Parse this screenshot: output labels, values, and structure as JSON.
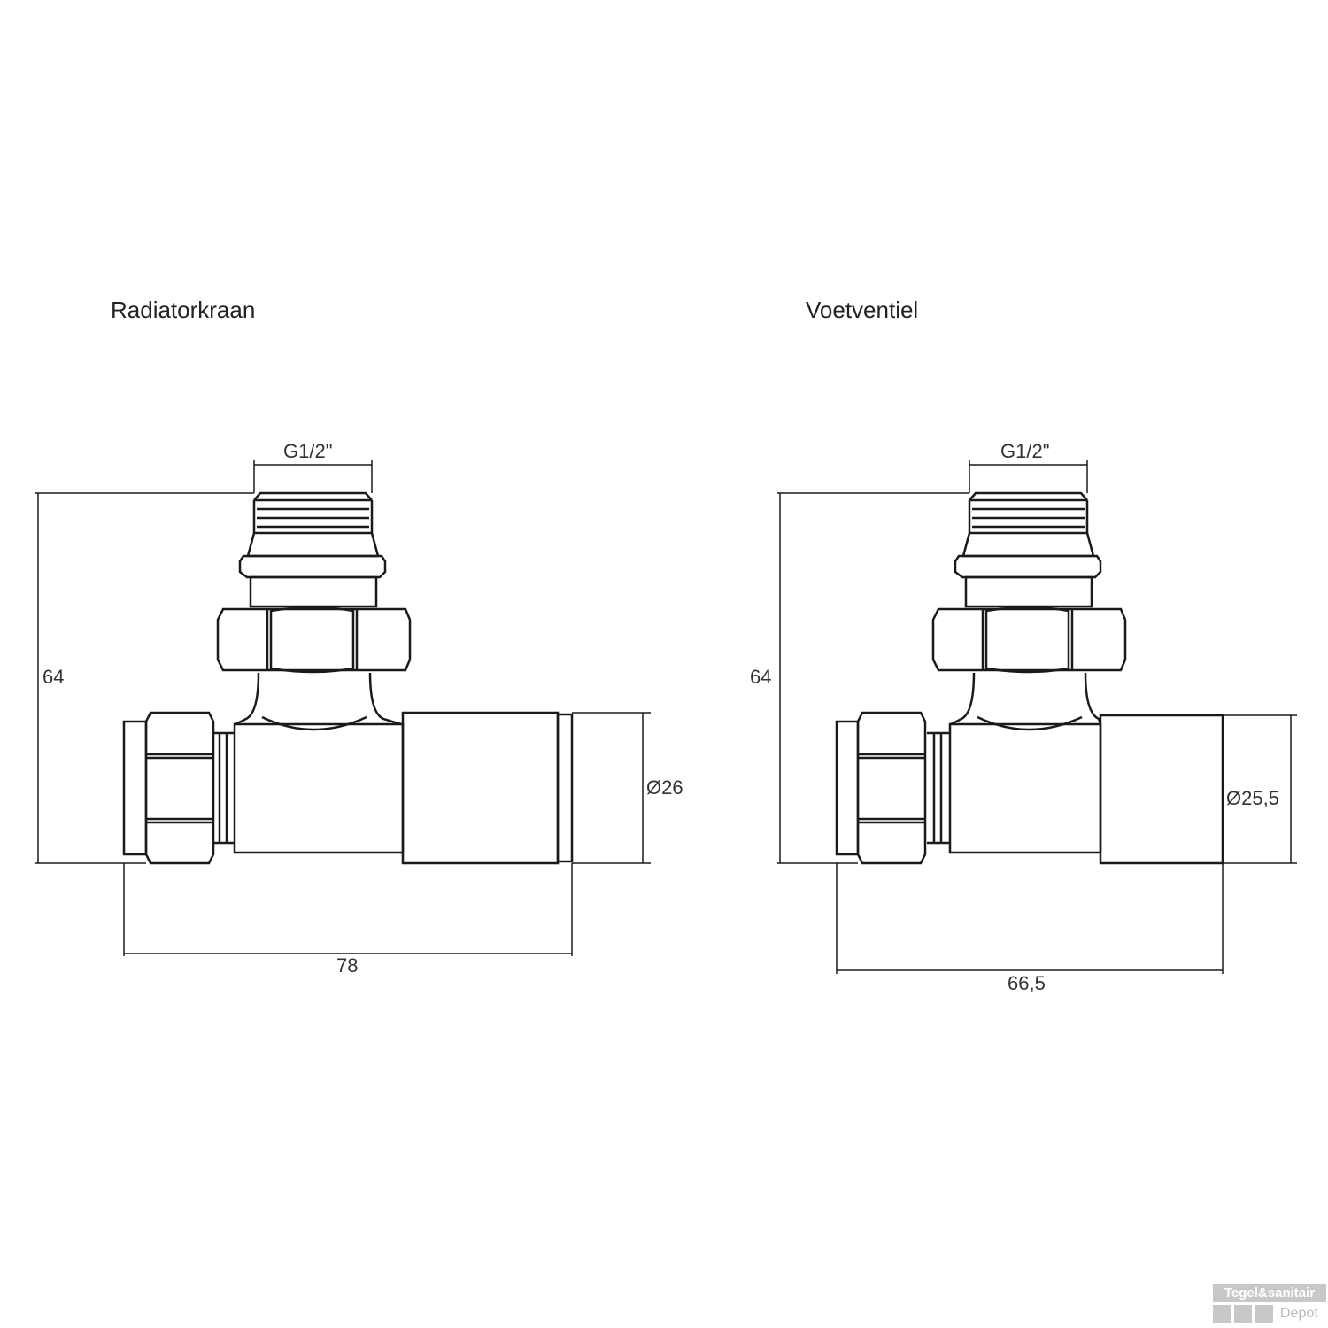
{
  "drawings": [
    {
      "title": "Radiatorkraan",
      "thread": "G1/2\"",
      "height": "64",
      "diameter": "Ø26",
      "length": "78"
    },
    {
      "title": "Voetventiel",
      "thread": "G1/2\"",
      "height": "64",
      "diameter": "Ø25,5",
      "length": "66,5"
    }
  ],
  "watermark": {
    "line1": "Tegel&sanitair",
    "line2": "Depot"
  },
  "colors": {
    "line": "#1a1a1a",
    "text": "#333333",
    "watermark": "#c8c8c8"
  }
}
